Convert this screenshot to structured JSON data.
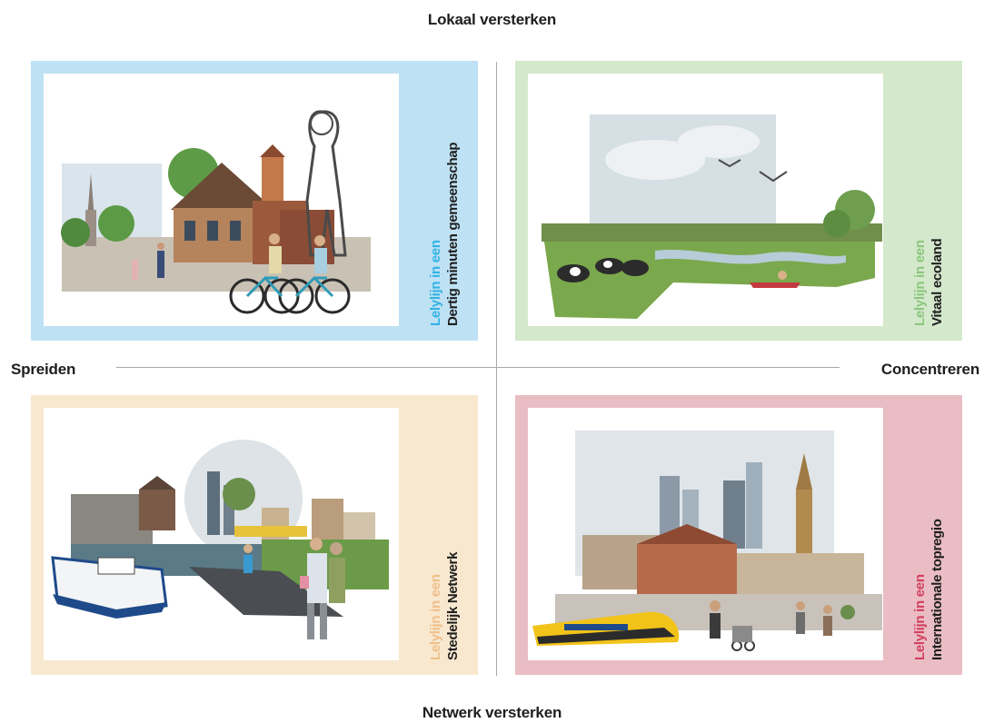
{
  "axes": {
    "top": "Lokaal versterken",
    "bottom": "Netwerk versterken",
    "left": "Spreiden",
    "right": "Concentreren"
  },
  "quadrants": {
    "top_left": {
      "line1": "Lelylijn in een",
      "line2": "Dertig minuten gemeenschap",
      "bg_color": "#bfe1f4",
      "accent_color": "#31b3e4"
    },
    "top_right": {
      "line1": "Lelylijn in een",
      "line2": "Vitaal ecoland",
      "bg_color": "#d4e8cc",
      "accent_color": "#8cc67e"
    },
    "bottom_left": {
      "line1": "Lelylijn in een",
      "line2": "Stedelijk Netwerk",
      "bg_color": "#f8e8cf",
      "accent_color": "#efc08b"
    },
    "bottom_right": {
      "line1": "Lelylijn in een",
      "line2": "Internationale topregio",
      "bg_color": "#eabdc4",
      "accent_color": "#d1405f"
    }
  }
}
